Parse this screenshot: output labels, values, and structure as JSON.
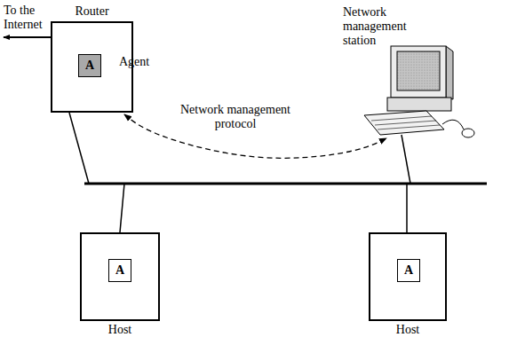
{
  "diagram": {
    "nodes": [
      {
        "text": [
          "Router"
        ]
      },
      {
        "text": [
          "A"
        ],
        "in": 0
      },
      {
        "text": [
          "Network management station"
        ]
      },
      {
        "text": [
          "Host"
        ]
      },
      {
        "text": [
          "A"
        ],
        "in": 3
      },
      {
        "text": [
          "Host"
        ]
      },
      {
        "text": [
          "A"
        ],
        "in": 5
      }
    ],
    "edges": [
      {
        "from": 0,
        "to": 2,
        "arrow": "both",
        "label": "Network management protocol"
      }
    ],
    "labels": [
      "To the Internet",
      "Agent"
    ]
  }
}
